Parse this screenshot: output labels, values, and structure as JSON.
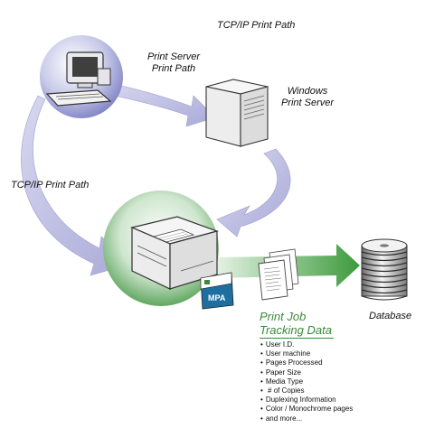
{
  "labels": {
    "tcpip_top": "TCP/IP Print Path",
    "print_server_path_line1": "Print Server",
    "print_server_path_line2": "Print Path",
    "windows_print_server_line1": "Windows",
    "windows_print_server_line2": "Print Server",
    "tcpip_left": "TCP/IP Print Path",
    "database": "Database",
    "tracking_title_line1": "Print Job",
    "tracking_title_line2": "Tracking Data",
    "badge_text": "MPA"
  },
  "tracking_items": [
    "User I.D.",
    "User machine",
    "Pages Processed",
    "Paper Size",
    "Media Type",
    " # of Copies",
    "Duplexing Information",
    "Color / Monochrome pages",
    "and more..."
  ],
  "colors": {
    "arrow_purple": "#b9b9e0",
    "arrow_green": "#4aa04a",
    "circle_blue": "#8f93cc",
    "circle_green": "#5aa85a",
    "tracking_title": "#3a8a3a"
  }
}
